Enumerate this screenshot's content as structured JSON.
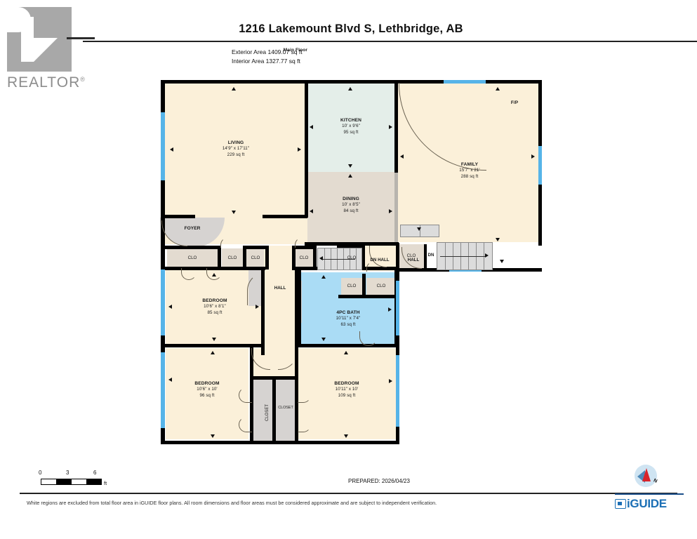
{
  "brand": {
    "realtor_word": "REALTOR",
    "realtor_reg": "®",
    "iguide_text": "iGUIDE"
  },
  "header": {
    "title": "1216 Lakemount Blvd S, Lethbridge, AB",
    "floor_label": "Main Floor",
    "exterior_area": "Exterior Area 1409.07 sq ft",
    "interior_area": "Interior Area 1327.77 sq ft"
  },
  "rooms": [
    {
      "name": "LIVING",
      "dim": "14'9\" x 17'11\"",
      "area": "229 sq ft"
    },
    {
      "name": "KITCHEN",
      "dim": "10' x 9'6\"",
      "area": "95 sq ft"
    },
    {
      "name": "DINING",
      "dim": "10' x 8'5\"",
      "area": "84 sq ft"
    },
    {
      "name": "FAMILY",
      "dim": "15'7\" x 21'",
      "area": "288 sq ft"
    },
    {
      "name": "BEDROOM",
      "dim": "10'6\" x 8'1\"",
      "area": "85 sq ft"
    },
    {
      "name": "4PC BATH",
      "dim": "10'11\" x 7'4\"",
      "area": "63 sq ft"
    },
    {
      "name": "BEDROOM",
      "dim": "10'6\" x 10'",
      "area": "96 sq ft"
    },
    {
      "name": "BEDROOM",
      "dim": "10'11\" x 10'",
      "area": "109 sq ft"
    }
  ],
  "labels": {
    "foyer": "FOYER",
    "fp": "F/P",
    "clo": "CLO",
    "closet": "CLOSET",
    "hall": "HALL",
    "dn_hall": "DN HALL",
    "dn": "DN"
  },
  "scale": {
    "t0": "0",
    "t3": "3",
    "t6": "6",
    "unit": "ft"
  },
  "footer": {
    "prepared": "PREPARED: 2026/04/23",
    "disclaimer": "White regions are excluded from total floor area in iGUIDE floor plans. All room dimensions and floor areas must be considered approximate and are subject to independent verification."
  },
  "compass": {
    "north": "N"
  },
  "colors": {
    "cream": "#fbf0d9",
    "mint": "#e4eee9",
    "tan": "#e3dbd0",
    "bath_blue": "#aadcf5",
    "window_blue": "#56b4e8",
    "gray_fill": "#d6d3d1",
    "wall": "#000000",
    "iguide_blue": "#1b6fb5"
  }
}
